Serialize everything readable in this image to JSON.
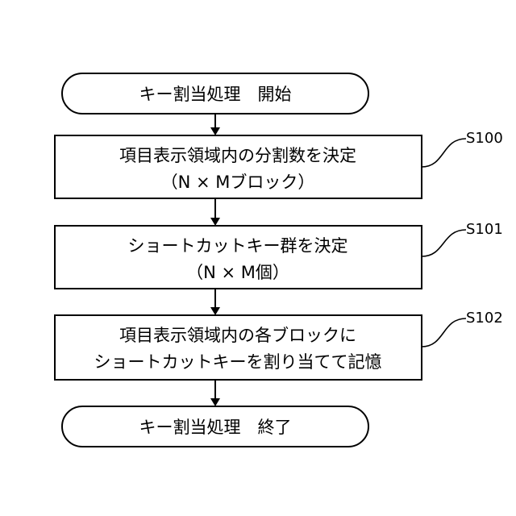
{
  "flowchart": {
    "start": {
      "line1": "キー割当処理　開始"
    },
    "step1": {
      "line1": "項目表示領域内の分割数を決定",
      "line2": "（N × Mブロック）",
      "label": "S100"
    },
    "step2": {
      "line1": "ショートカットキー群を決定",
      "line2": "（N × M個）",
      "label": "S101"
    },
    "step3": {
      "line1": "項目表示領域内の各ブロックに",
      "line2": "ショートカットキーを割り当てて記憶",
      "label": "S102"
    },
    "end": {
      "line1": "キー割当処理　終了"
    }
  }
}
